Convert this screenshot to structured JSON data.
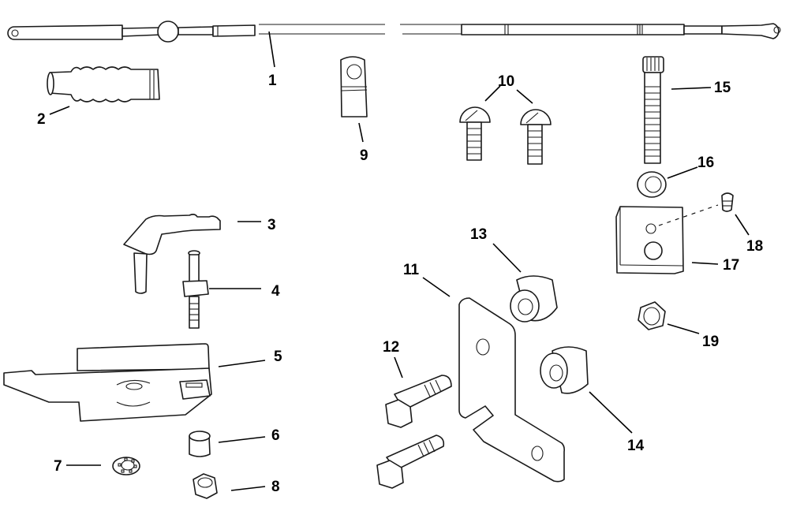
{
  "diagram": {
    "type": "exploded parts view",
    "callouts": [
      {
        "number": "1",
        "part": "cable"
      },
      {
        "number": "2",
        "part": "boot"
      },
      {
        "number": "3",
        "part": "lever"
      },
      {
        "number": "4",
        "part": "stud with block"
      },
      {
        "number": "5",
        "part": "bracket plate"
      },
      {
        "number": "6",
        "part": "spacer"
      },
      {
        "number": "7",
        "part": "lock washer"
      },
      {
        "number": "8",
        "part": "lock nut"
      },
      {
        "number": "9",
        "part": "clamp"
      },
      {
        "number": "10",
        "part": "screws"
      },
      {
        "number": "11",
        "part": "bracket"
      },
      {
        "number": "12",
        "part": "bolts"
      },
      {
        "number": "13",
        "part": "spacer"
      },
      {
        "number": "14",
        "part": "spacer"
      },
      {
        "number": "15",
        "part": "socket head screw"
      },
      {
        "number": "16",
        "part": "washer"
      },
      {
        "number": "17",
        "part": "block"
      },
      {
        "number": "18",
        "part": "set screw"
      },
      {
        "number": "19",
        "part": "lock nut"
      }
    ]
  }
}
